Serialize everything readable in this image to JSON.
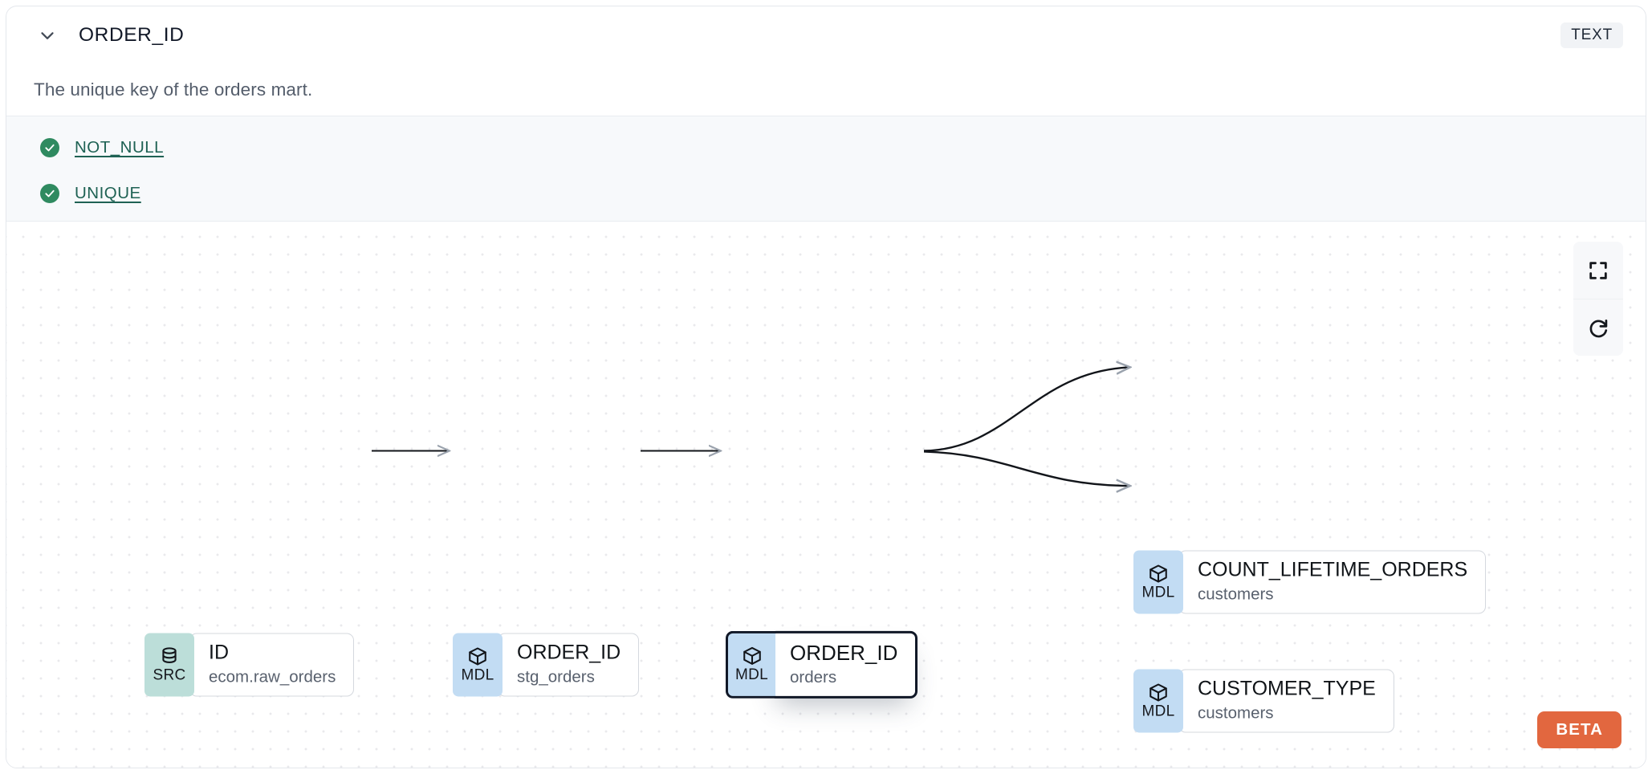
{
  "header": {
    "collapse_icon": "chevron-down-icon",
    "title": "ORDER_ID",
    "type_badge": "TEXT"
  },
  "description": "The unique key of the orders mart.",
  "tests": {
    "items": [
      {
        "icon": "check-circle-icon",
        "label": "NOT_NULL",
        "status": "pass"
      },
      {
        "icon": "check-circle-icon",
        "label": "UNIQUE",
        "status": "pass"
      }
    ]
  },
  "lineage": {
    "nodes": [
      {
        "badge": "SRC",
        "badge_type": "src",
        "icon": "database-icon",
        "name": "ID",
        "sub": "ecom.raw_orders",
        "selected": false
      },
      {
        "badge": "MDL",
        "badge_type": "mdl",
        "icon": "cube-icon",
        "name": "ORDER_ID",
        "sub": "stg_orders",
        "selected": false
      },
      {
        "badge": "MDL",
        "badge_type": "mdl",
        "icon": "cube-icon",
        "name": "ORDER_ID",
        "sub": "orders",
        "selected": true
      },
      {
        "badge": "MDL",
        "badge_type": "mdl",
        "icon": "cube-icon",
        "name": "COUNT_LIFETIME_ORDERS",
        "sub": "customers",
        "selected": false
      },
      {
        "badge": "MDL",
        "badge_type": "mdl",
        "icon": "cube-icon",
        "name": "CUSTOMER_TYPE",
        "sub": "customers",
        "selected": false
      }
    ],
    "controls": [
      {
        "icon": "fullscreen-icon",
        "name": "fullscreen-button"
      },
      {
        "icon": "refresh-icon",
        "name": "refresh-button"
      }
    ],
    "beta_label": "BETA"
  },
  "colors": {
    "badge_mdl": "#c2dcf3",
    "badge_src": "#bcded9",
    "test_pass": "#2f8a60",
    "test_link": "#1f6254",
    "beta": "#e2673f",
    "selected_border": "#111827"
  }
}
